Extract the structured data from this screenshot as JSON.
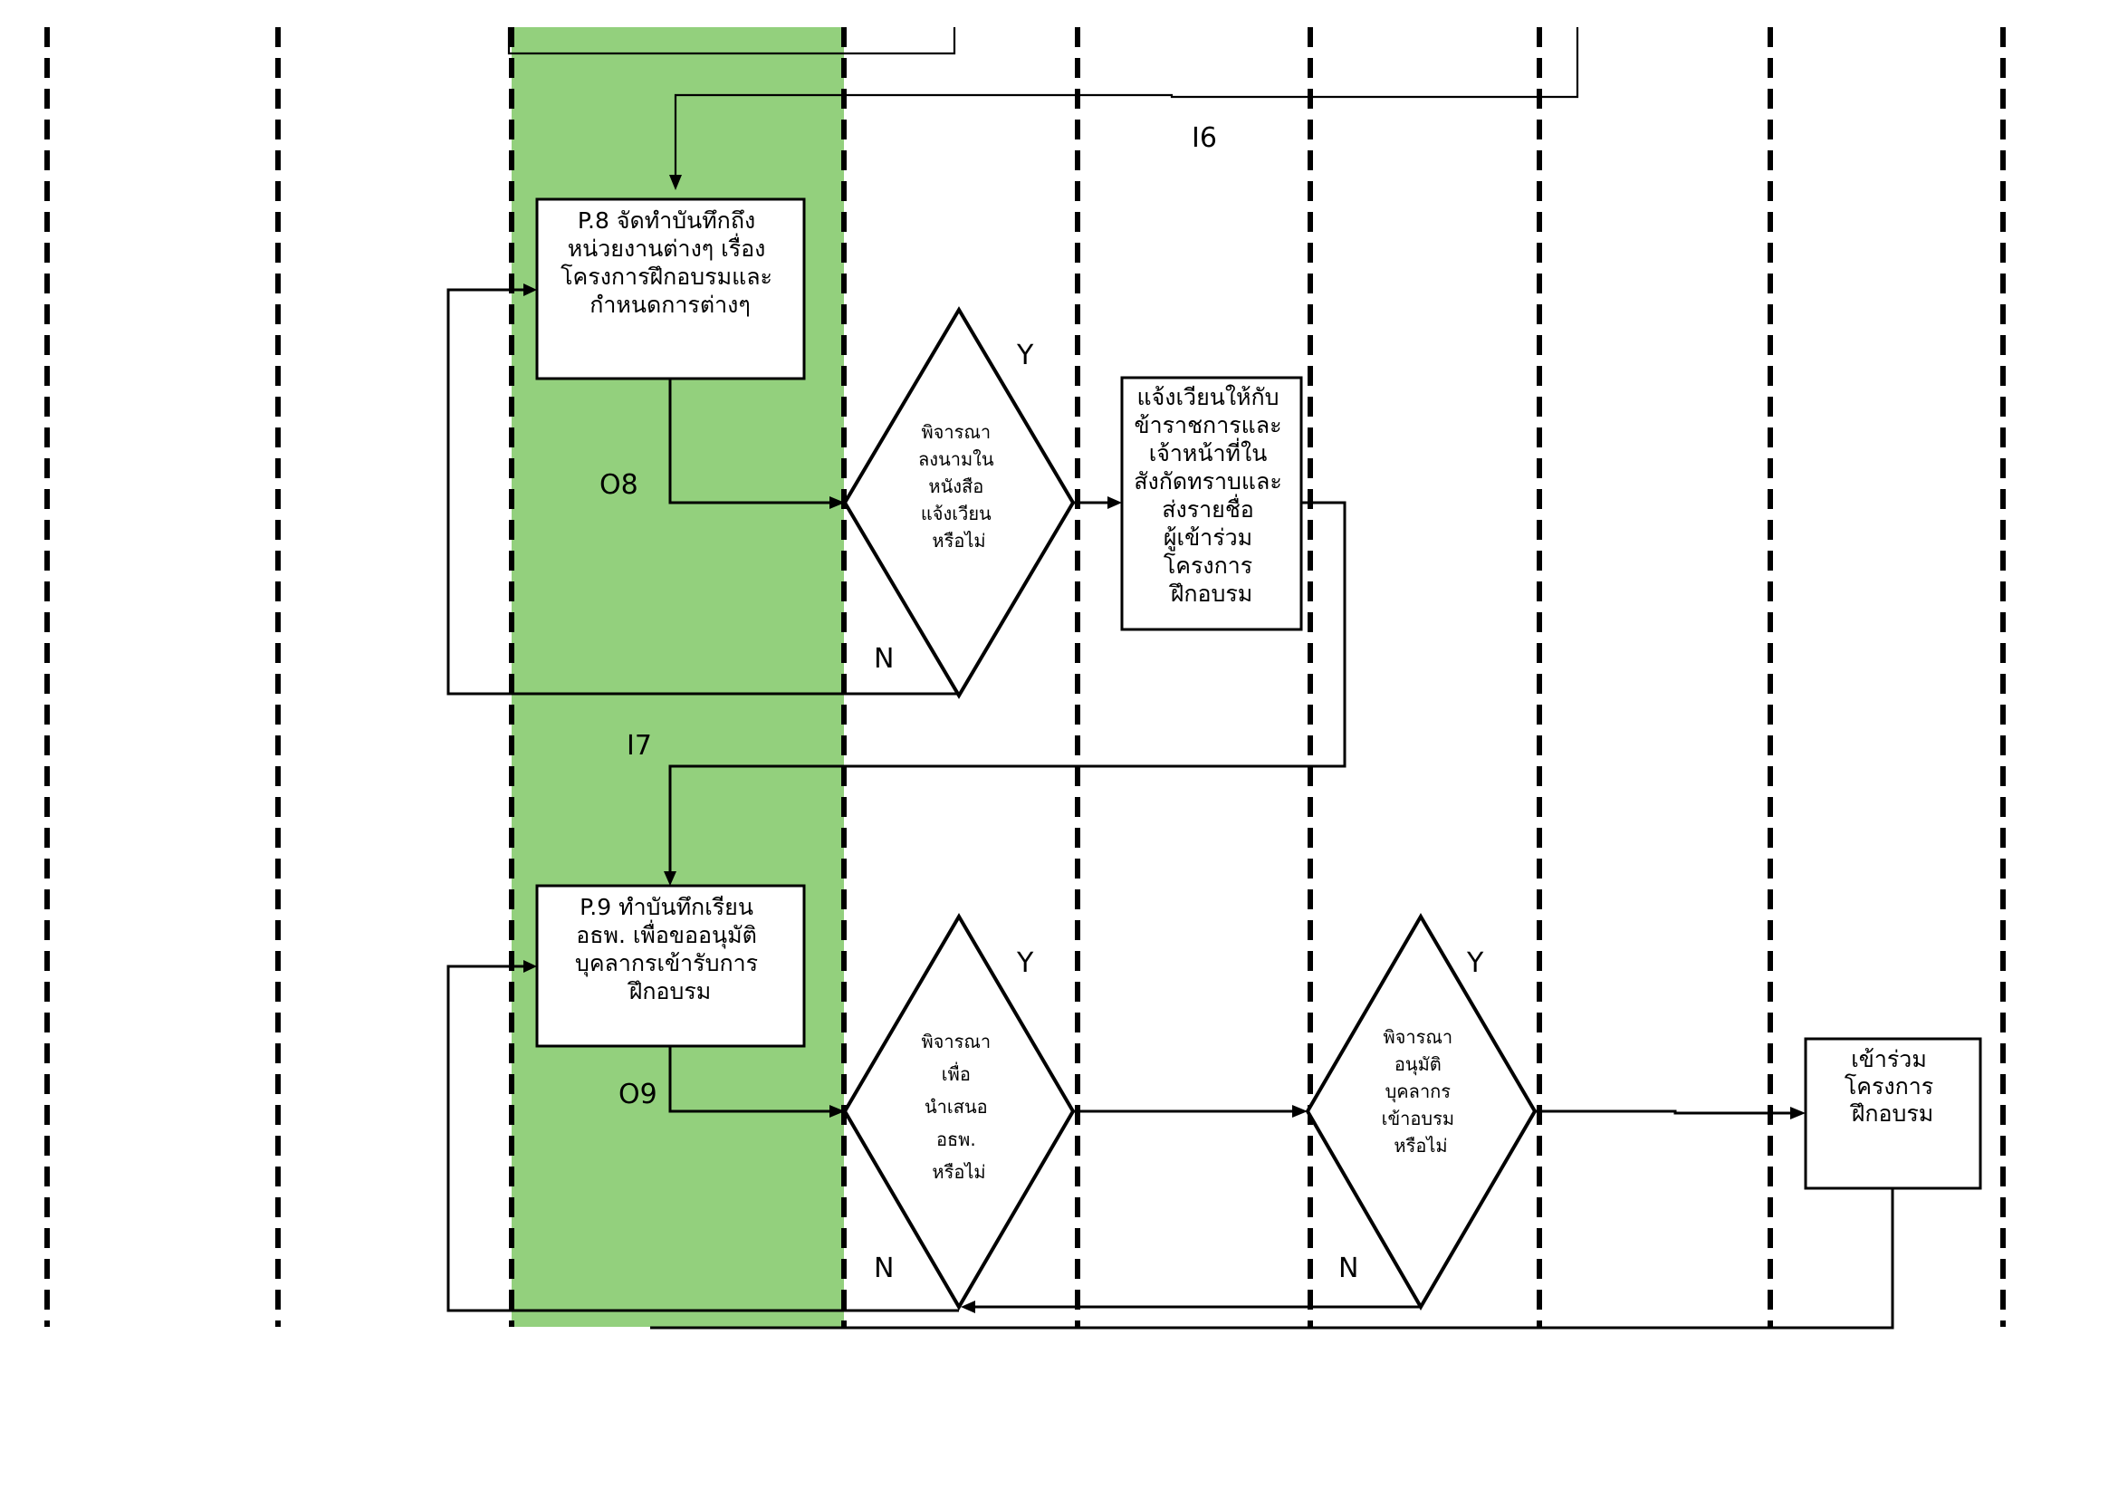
{
  "diagram": {
    "type": "cross-functional flowchart",
    "highlight_lane_color": "#93d07d",
    "processes": {
      "p8": {
        "lines": [
          "P.8 จัดทำบันทึกถึง",
          "หน่วยงานต่างๆ เรื่อง",
          "โครงการฝึกอบรมและ",
          "กำหนดการต่างๆ"
        ]
      },
      "notify": {
        "lines": [
          "แจ้งเวียนให้กับ",
          "ข้าราชการและ",
          "เจ้าหน้าที่ใน",
          "สังกัดทราบและ",
          "ส่งรายชื่อ",
          "ผู้เข้าร่วม",
          "โครงการ",
          "ฝึกอบรม"
        ]
      },
      "p9": {
        "lines": [
          "P.9 ทำบันทึกเรียน",
          "อธพ. เพื่อขออนุมัติ",
          "บุคลากรเข้ารับการ",
          "ฝึกอบรม"
        ]
      },
      "join": {
        "lines": [
          "เข้าร่วม",
          "โครงการ",
          "ฝึกอบรม"
        ]
      }
    },
    "decisions": {
      "d1": {
        "lines": [
          "พิจารณา",
          "ลงนามใน",
          "หนังสือ",
          "แจ้งเวียน",
          "หรือไม่"
        ],
        "yes": "Y",
        "no": "N"
      },
      "d2": {
        "lines": [
          "พิจารณา",
          "เพื่อ",
          "นำเสนอ",
          "อธพ.",
          "หรือไม่"
        ],
        "yes": "Y",
        "no": "N"
      },
      "d3": {
        "lines": [
          "พิจารณา",
          "อนุมัติ",
          "บุคลากร",
          "เข้าอบรม",
          "หรือไม่"
        ],
        "yes": "Y",
        "no": "N"
      }
    },
    "labels": {
      "i6": "I6",
      "o8": "O8",
      "i7": "I7",
      "o9": "O9"
    }
  }
}
